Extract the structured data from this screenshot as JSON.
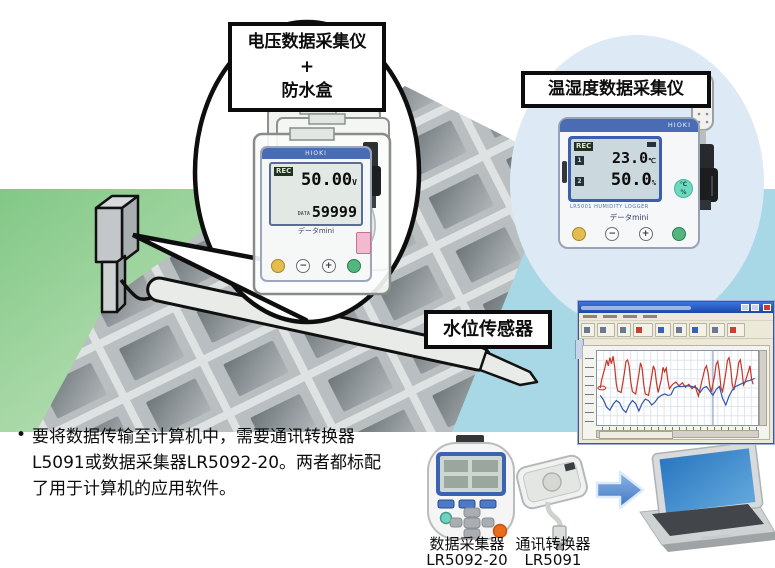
{
  "labels": {
    "voltage_logger_box": {
      "line1": "电压数据采集仪",
      "line2": "+",
      "line3": "防水盒"
    },
    "humidity_logger": "温湿度数据采集仪",
    "water_level_sensor": "水位传感器"
  },
  "voltage_display": {
    "brand": "HIOKI",
    "rec": "REC",
    "value": "50.00",
    "unit": "V",
    "sub_prefix": "DATA",
    "sub_value": "59999",
    "series_name": "データmini",
    "btn_minus": "−",
    "btn_plus": "+"
  },
  "humidity_display": {
    "brand": "HIOKI",
    "rec": "REC",
    "ch1": "1",
    "ch2": "2",
    "temp": "23.0",
    "temp_unit": "℃",
    "humidity": "50.0",
    "humidity_unit": "%",
    "model": "LR5001 HUMIDITY LOGGER",
    "series_name": "データmini",
    "badge_line1": "℃",
    "badge_line2": "%",
    "btn_minus": "−",
    "btn_plus": "+"
  },
  "note": {
    "bullet": "•",
    "line1": "要将数据传输至计算机中，需要通讯转换器",
    "line2": "L5091或数据采集器LR5092-20。两者都标配",
    "line3": "了用于计算机的应用软件。"
  },
  "captions": {
    "collector_name": "数据采集器",
    "collector_model": "LR5092-20",
    "converter_name": "通讯转换器",
    "converter_model": "LR5091"
  },
  "colors": {
    "grass_green": "#8bcf8d",
    "water_blue": "#a8d7e6",
    "grid_surface_gray": "#b9bec0",
    "humidity_circle_bg": "#dde9f5",
    "logger_blue": "#4a6cb5",
    "lcd_bg": "#cbd8de",
    "button_yellow": "#e3bd4d",
    "button_green": "#54b67f",
    "badge_teal": "#6ed9c0",
    "arrow_blue": "#4f81cc",
    "window_titlebar_blue": "#2a63d4",
    "toolbar_beige": "#ece9d8",
    "chart_red": "#c63524",
    "chart_blue": "#3355aa"
  },
  "chart_data": {
    "type": "line",
    "title": "",
    "xlabel": "",
    "ylabel": "",
    "grid": true,
    "x_range_percent": [
      0,
      100
    ],
    "y_range_percent": [
      0,
      100
    ],
    "cursor_x": 72,
    "annotations": [
      {
        "type": "circle",
        "x": 3,
        "y": 50,
        "color": "#c63524"
      }
    ],
    "series": [
      {
        "name": "channel-red",
        "color": "#c63524",
        "points": [
          [
            2,
            50
          ],
          [
            3,
            62
          ],
          [
            5,
            78
          ],
          [
            6,
            88
          ],
          [
            7,
            80
          ],
          [
            8,
            91
          ],
          [
            9,
            83
          ],
          [
            10,
            93
          ],
          [
            11,
            78
          ],
          [
            12,
            55
          ],
          [
            13,
            46
          ],
          [
            15,
            44
          ],
          [
            17,
            70
          ],
          [
            18,
            86
          ],
          [
            19,
            88
          ],
          [
            20,
            79
          ],
          [
            21,
            58
          ],
          [
            22,
            45
          ],
          [
            24,
            42
          ],
          [
            26,
            68
          ],
          [
            27,
            84
          ],
          [
            28,
            77
          ],
          [
            29,
            55
          ],
          [
            30,
            42
          ],
          [
            32,
            40
          ],
          [
            34,
            66
          ],
          [
            35,
            80
          ],
          [
            36,
            74
          ],
          [
            37,
            56
          ],
          [
            38,
            44
          ],
          [
            40,
            62
          ],
          [
            41,
            78
          ],
          [
            42,
            72
          ],
          [
            43,
            77
          ],
          [
            44,
            60
          ],
          [
            45,
            49
          ],
          [
            47,
            55
          ],
          [
            49,
            58
          ],
          [
            51,
            53
          ],
          [
            53,
            57
          ],
          [
            55,
            51
          ],
          [
            57,
            55
          ],
          [
            59,
            49
          ],
          [
            61,
            53
          ],
          [
            62,
            45
          ],
          [
            63,
            39
          ],
          [
            65,
            58
          ],
          [
            67,
            76
          ],
          [
            68,
            80
          ],
          [
            69,
            70
          ],
          [
            70,
            53
          ],
          [
            71,
            45
          ],
          [
            73,
            66
          ],
          [
            74,
            82
          ],
          [
            75,
            86
          ],
          [
            76,
            72
          ],
          [
            77,
            50
          ],
          [
            78,
            45
          ],
          [
            80,
            70
          ],
          [
            81,
            87
          ],
          [
            82,
            91
          ],
          [
            83,
            78
          ],
          [
            84,
            55
          ],
          [
            85,
            47
          ],
          [
            87,
            68
          ],
          [
            88,
            84
          ],
          [
            89,
            88
          ],
          [
            90,
            74
          ],
          [
            91,
            54
          ],
          [
            92,
            58
          ],
          [
            94,
            72
          ],
          [
            95,
            80
          ],
          [
            96,
            62
          ],
          [
            97,
            55
          ]
        ]
      },
      {
        "name": "channel-blue",
        "color": "#3355aa",
        "points": [
          [
            2,
            40
          ],
          [
            4,
            34
          ],
          [
            6,
            24
          ],
          [
            8,
            20
          ],
          [
            10,
            28
          ],
          [
            12,
            33
          ],
          [
            14,
            30
          ],
          [
            16,
            21
          ],
          [
            18,
            17
          ],
          [
            20,
            27
          ],
          [
            22,
            33
          ],
          [
            24,
            29
          ],
          [
            26,
            19
          ],
          [
            28,
            29
          ],
          [
            30,
            35
          ],
          [
            32,
            33
          ],
          [
            34,
            27
          ],
          [
            36,
            31
          ],
          [
            38,
            37
          ],
          [
            40,
            40
          ],
          [
            42,
            42
          ],
          [
            44,
            40
          ],
          [
            46,
            41
          ],
          [
            48,
            50
          ],
          [
            50,
            52
          ],
          [
            53,
            52
          ],
          [
            56,
            53
          ],
          [
            59,
            52
          ],
          [
            62,
            50
          ],
          [
            64,
            44
          ],
          [
            66,
            50
          ],
          [
            68,
            52
          ],
          [
            70,
            46
          ],
          [
            72,
            40
          ],
          [
            74,
            48
          ],
          [
            76,
            52
          ],
          [
            78,
            36
          ],
          [
            80,
            27
          ],
          [
            82,
            39
          ],
          [
            84,
            47
          ],
          [
            86,
            52
          ],
          [
            88,
            54
          ],
          [
            90,
            56
          ],
          [
            93,
            59
          ],
          [
            96,
            61
          ],
          [
            98,
            63
          ]
        ]
      }
    ]
  }
}
